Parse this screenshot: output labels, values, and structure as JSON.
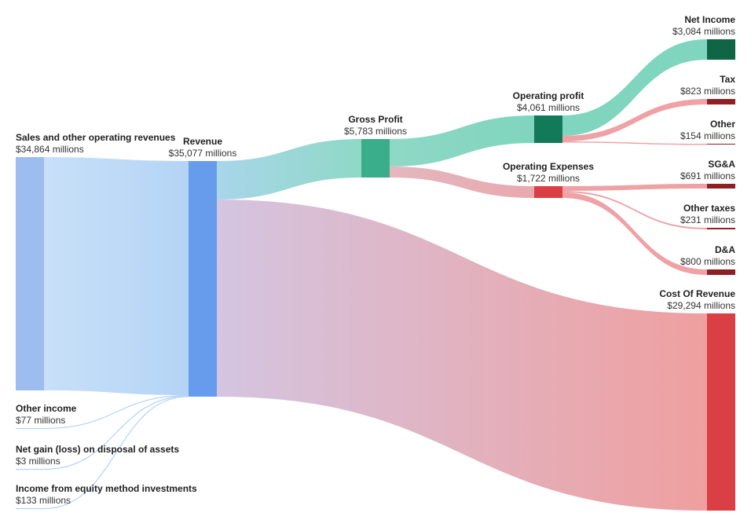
{
  "chart_data": {
    "type": "sankey",
    "unit_suffix": " millions",
    "nodes": [
      {
        "id": "sales",
        "name": "Sales and other operating revenues",
        "value_label": "$34,864 millions",
        "value": 34864,
        "color": "#9dbcef"
      },
      {
        "id": "other_income",
        "name": "Other income",
        "value_label": "$77 millions",
        "value": 77,
        "color": "#9dbcef"
      },
      {
        "id": "net_gain",
        "name": "Net gain (loss) on disposal of assets",
        "value_label": "$3 millions",
        "value": 3,
        "color": "#9dbcef"
      },
      {
        "id": "equity_income",
        "name": "Income from equity method investments",
        "value_label": "$133 millions",
        "value": 133,
        "color": "#9dbcef"
      },
      {
        "id": "revenue",
        "name": "Revenue",
        "value_label": "$35,077 millions",
        "value": 35077,
        "color": "#679cec"
      },
      {
        "id": "gross_profit",
        "name": "Gross Profit",
        "value_label": "$5,783 millions",
        "value": 5783,
        "color": "#3aae8a"
      },
      {
        "id": "operating_profit",
        "name": "Operating profit",
        "value_label": "$4,061 millions",
        "value": 4061,
        "color": "#127a59"
      },
      {
        "id": "operating_expenses",
        "name": "Operating Expenses",
        "value_label": "$1,722 millions",
        "value": 1722,
        "color": "#d93f45"
      },
      {
        "id": "net_income",
        "name": "Net Income",
        "value_label": "$3,084 millions",
        "value": 3084,
        "color": "#0e6647"
      },
      {
        "id": "tax",
        "name": "Tax",
        "value_label": "$823 millions",
        "value": 823,
        "color": "#8c2025"
      },
      {
        "id": "other",
        "name": "Other",
        "value_label": "$154 millions",
        "value": 154,
        "color": "#8c2025"
      },
      {
        "id": "sga",
        "name": "SG&A",
        "value_label": "$691 millions",
        "value": 691,
        "color": "#8c2025"
      },
      {
        "id": "other_taxes",
        "name": "Other taxes",
        "value_label": "$231 millions",
        "value": 231,
        "color": "#8c2025"
      },
      {
        "id": "da",
        "name": "D&A",
        "value_label": "$800 millions",
        "value": 800,
        "color": "#8c2025"
      },
      {
        "id": "cost_of_revenue",
        "name": "Cost Of Revenue",
        "value_label": "$29,294 millions",
        "value": 29294,
        "color": "#d93f45"
      }
    ],
    "links": [
      {
        "source": "sales",
        "target": "revenue",
        "value": 34864
      },
      {
        "source": "other_income",
        "target": "revenue",
        "value": 77
      },
      {
        "source": "net_gain",
        "target": "revenue",
        "value": 3
      },
      {
        "source": "equity_income",
        "target": "revenue",
        "value": 133
      },
      {
        "source": "revenue",
        "target": "gross_profit",
        "value": 5783
      },
      {
        "source": "revenue",
        "target": "cost_of_revenue",
        "value": 29294
      },
      {
        "source": "gross_profit",
        "target": "operating_profit",
        "value": 4061
      },
      {
        "source": "gross_profit",
        "target": "operating_expenses",
        "value": 1722
      },
      {
        "source": "operating_profit",
        "target": "net_income",
        "value": 3084
      },
      {
        "source": "operating_profit",
        "target": "tax",
        "value": 823
      },
      {
        "source": "operating_profit",
        "target": "other",
        "value": 154
      },
      {
        "source": "operating_expenses",
        "target": "sga",
        "value": 691
      },
      {
        "source": "operating_expenses",
        "target": "other_taxes",
        "value": 231
      },
      {
        "source": "operating_expenses",
        "target": "da",
        "value": 800
      }
    ],
    "link_colors": {
      "income": "#b4d4f5",
      "profit": "#7fd5bd",
      "expense": "#eea2a5"
    }
  }
}
